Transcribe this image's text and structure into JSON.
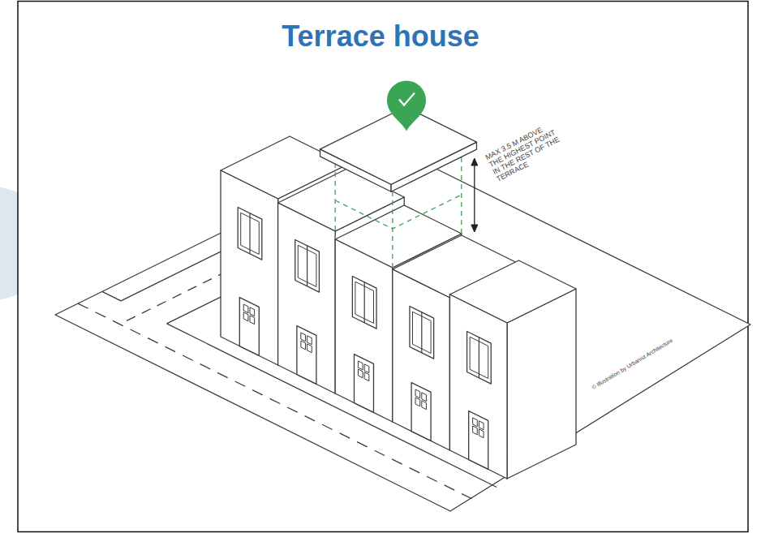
{
  "diagram": {
    "title": "Terrace house",
    "labels": [
      "MAX 3.5 M ABOVE THE HIGHEST POINT IN THE REST OF THE TERRACE",
      "© Illustration by Urbanist Architecture"
    ]
  }
}
